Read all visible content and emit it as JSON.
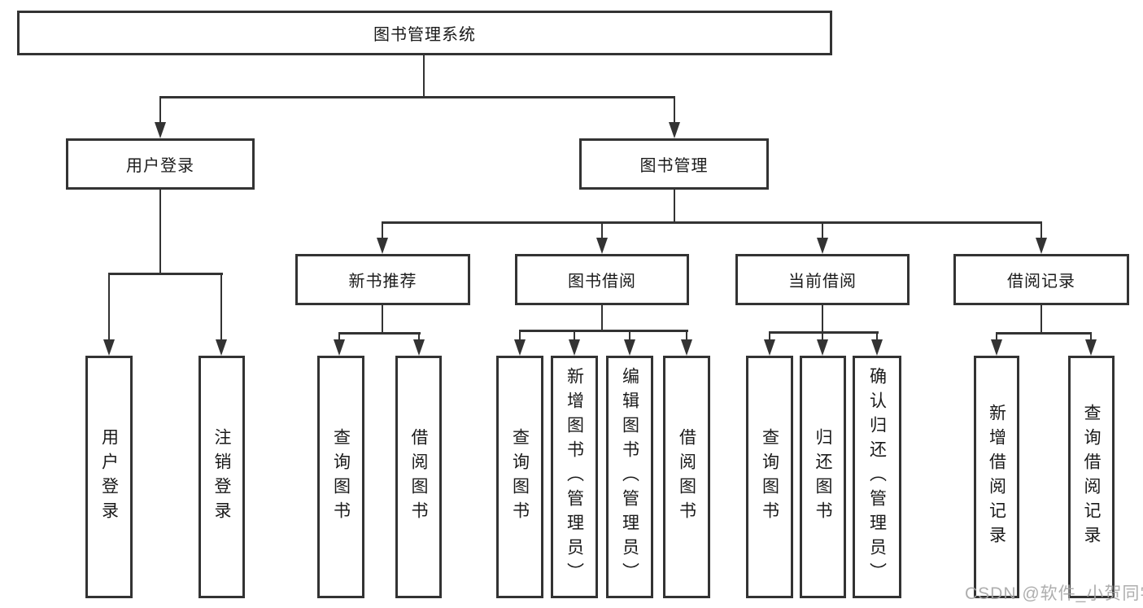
{
  "nodes": {
    "root": {
      "label": "图书管理系统"
    },
    "level2": {
      "user_login_group": {
        "label": "用户登录"
      },
      "book_management": {
        "label": "图书管理"
      }
    },
    "level3": {
      "new_book_recommend": {
        "label": "新书推荐"
      },
      "book_borrowing": {
        "label": "图书借阅"
      },
      "current_borrowing": {
        "label": "当前借阅"
      },
      "borrowing_records": {
        "label": "借阅记录"
      }
    },
    "leaves": {
      "user_login": {
        "label": "用户登录"
      },
      "logout": {
        "label": "注销登录"
      },
      "recommend_query_books": {
        "label": "查询图书"
      },
      "recommend_borrow_books": {
        "label": "借阅图书"
      },
      "borrowing_query_books": {
        "label": "查询图书"
      },
      "borrowing_add_books_admin": {
        "label": "新增图书（管理员）"
      },
      "borrowing_edit_books_admin": {
        "label": "编辑图书（管理员）"
      },
      "borrowing_borrow_books": {
        "label": "借阅图书"
      },
      "current_query_books": {
        "label": "查询图书"
      },
      "current_return_books": {
        "label": "归还图书"
      },
      "current_confirm_return_admin": {
        "label": "确认归还（管理员）"
      },
      "records_add_record": {
        "label": "新增借阅记录"
      },
      "records_query_record": {
        "label": "查询借阅记录"
      }
    }
  },
  "watermark": {
    "text": "CSDN @软件_小贺同学"
  },
  "colors": {
    "line": "#333333",
    "text": "#1a1a1a",
    "background": "#ffffff",
    "watermark": "#a5a5a5"
  }
}
